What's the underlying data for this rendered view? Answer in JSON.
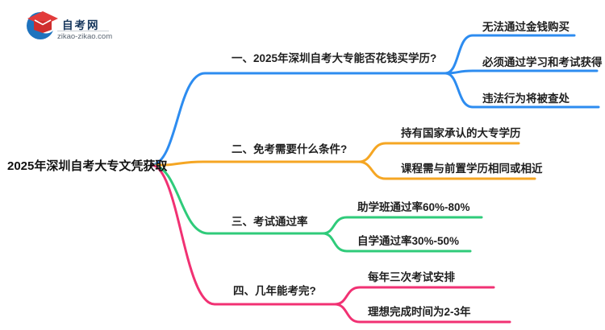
{
  "logo": {
    "site_name": "自考网",
    "site_url": "zikao-zikao.com",
    "swoosh_color": "#1e73be",
    "cap_color": "#e23b3b",
    "cap_front_color": "#cf2e2e"
  },
  "root": {
    "label": "2025年深圳自考大专文凭获取"
  },
  "branches": [
    {
      "label": "一、2025年深圳自考大专能否花钱买学历?",
      "color": "#2d8cf0",
      "children": [
        "无法通过金钱购买",
        "必须通过学习和考试获得",
        "违法行为将被查处"
      ]
    },
    {
      "label": "二、免考需要什么条件?",
      "color": "#f5a623",
      "children": [
        "持有国家承认的大专学历",
        "课程需与前置学历相同或相近"
      ]
    },
    {
      "label": "三、考试通过率",
      "color": "#2fcb7a",
      "children": [
        "助学班通过率60%-80%",
        "自学通过率30%-50%"
      ]
    },
    {
      "label": "四、几年能考完?",
      "color": "#f13173",
      "children": [
        "每年三次考试安排",
        "理想完成时间为2-3年"
      ]
    }
  ]
}
